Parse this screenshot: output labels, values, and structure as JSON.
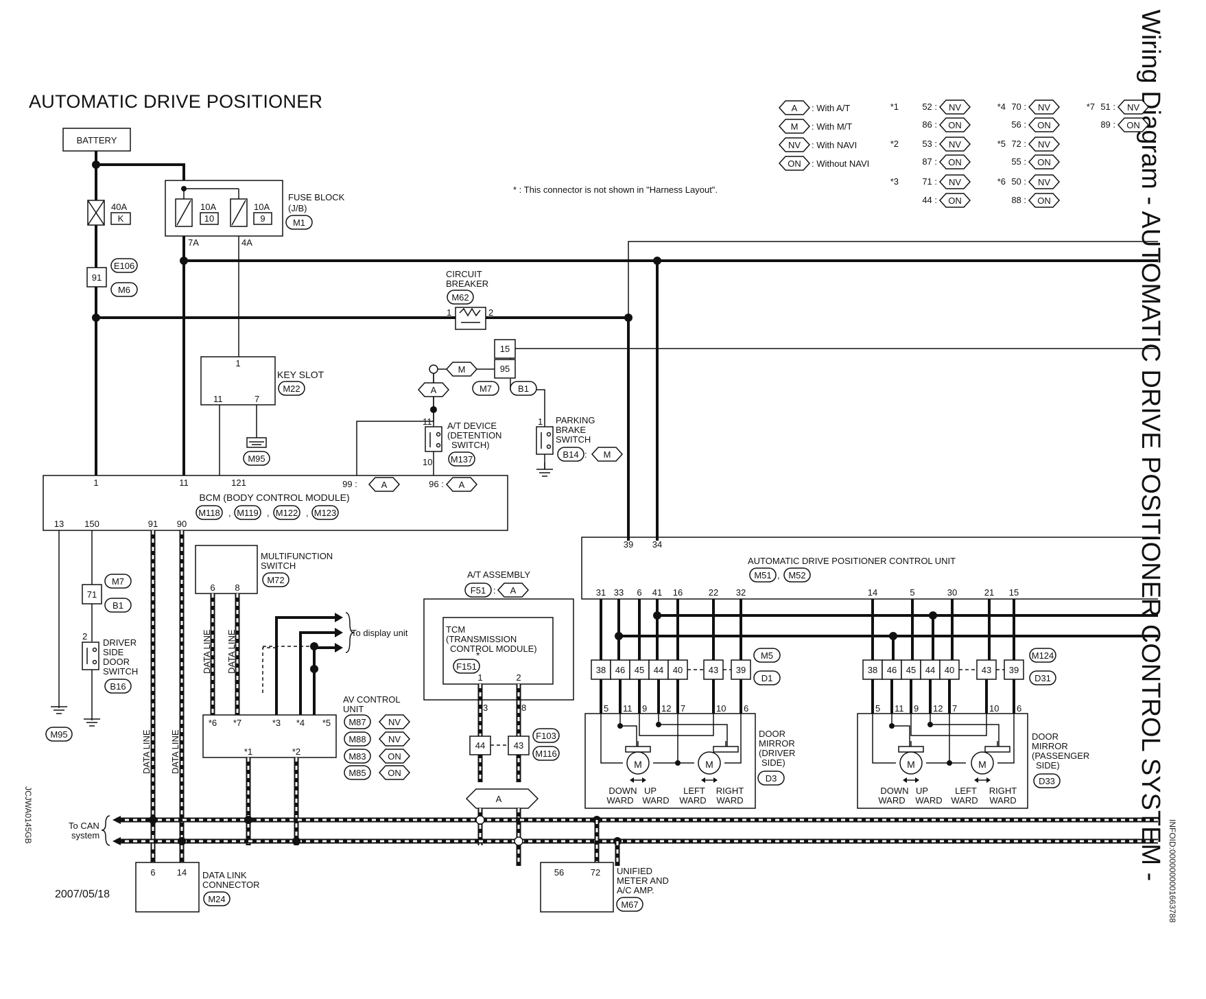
{
  "header": {
    "title": "AUTOMATIC DRIVE POSITIONER",
    "side_title": "Wiring Diagram - AUTOMATIC DRIVE POSITIONER CONTROL SYSTEM -",
    "info_id": "INFOID:0000000001663788",
    "code": "JCJWA0145GB",
    "date": "2007/05/18",
    "note": "* : This connector is not shown in \"Harness Layout\"."
  },
  "legend": [
    {
      "code": "A",
      "text": ": With A/T"
    },
    {
      "code": "M",
      "text": ": With M/T"
    },
    {
      "code": "NV",
      "text": ": With NAVI"
    },
    {
      "code": "ON",
      "text": ": Without NAVI"
    }
  ],
  "footnotes": [
    {
      "mark": "*1",
      "entries": [
        {
          "num": "52 :",
          "tag": "NV"
        },
        {
          "num": "86 :",
          "tag": "ON"
        }
      ]
    },
    {
      "mark": "*2",
      "entries": [
        {
          "num": "53 :",
          "tag": "NV"
        },
        {
          "num": "87 :",
          "tag": "ON"
        }
      ]
    },
    {
      "mark": "*3",
      "entries": [
        {
          "num": "71 :",
          "tag": "NV"
        },
        {
          "num": "44 :",
          "tag": "ON"
        }
      ]
    },
    {
      "mark": "*4",
      "entries": [
        {
          "num": "70 :",
          "tag": "NV"
        },
        {
          "num": "56 :",
          "tag": "ON"
        }
      ]
    },
    {
      "mark": "*5",
      "entries": [
        {
          "num": "72 :",
          "tag": "NV"
        },
        {
          "num": "55 :",
          "tag": "ON"
        }
      ]
    },
    {
      "mark": "*6",
      "entries": [
        {
          "num": "50 :",
          "tag": "NV"
        },
        {
          "num": "88 :",
          "tag": "ON"
        }
      ]
    },
    {
      "mark": "*7",
      "entries": [
        {
          "num": "51 :",
          "tag": "NV"
        },
        {
          "num": "89 :",
          "tag": "ON"
        }
      ]
    }
  ],
  "battery": {
    "label": "BATTERY"
  },
  "fusible_link": {
    "rating": "40A",
    "code": "K"
  },
  "connector_91": {
    "pin": "91",
    "tags": [
      "E106",
      "M6"
    ]
  },
  "fuse_block": {
    "label": "FUSE BLOCK",
    "sub": "(J/B)",
    "tag": "M1",
    "fuse1": {
      "rating": "10A",
      "num": "10"
    },
    "fuse2": {
      "rating": "10A",
      "num": "9"
    },
    "out1": "7A",
    "out2": "4A"
  },
  "circuit_breaker": {
    "line1": "CIRCUIT",
    "line2": "BREAKER",
    "tag": "M62",
    "pin1": "1",
    "pin2": "2"
  },
  "key_slot": {
    "label": "KEY SLOT",
    "tag": "M22",
    "pin_top": "1",
    "pin_a": "11",
    "pin_b": "7",
    "ground_tag": "M95"
  },
  "connector_15_95": {
    "pin_top": "15",
    "pin_bottom": "95",
    "tag_m": "M",
    "tag_a": "A",
    "tags": [
      "M7",
      "B1"
    ]
  },
  "at_device": {
    "line1": "A/T DEVICE",
    "line2": "(DETENTION",
    "line3": "SWITCH)",
    "tag": "M137",
    "pin_top": "11",
    "pin_bottom": "10"
  },
  "parking_brake": {
    "line1": "PARKING",
    "line2": "BRAKE",
    "line3": "SWITCH",
    "tag": "B14",
    "tag2": "M",
    "pin": "1"
  },
  "bcm": {
    "label": "BCM (BODY CONTROL MODULE)",
    "tags": [
      "M118",
      "M119",
      "M122",
      "M123"
    ],
    "top_pins": [
      "1",
      "11",
      "121",
      "99 :",
      "96 :"
    ],
    "top_tag": "A",
    "bottom_pins": [
      "13",
      "150",
      "91",
      "90"
    ],
    "sep": ","
  },
  "connector_71": {
    "pin": "71",
    "tags": [
      "M7",
      "B1"
    ]
  },
  "driver_door_switch": {
    "line1": "DRIVER",
    "line2": "SIDE",
    "line3": "DOOR",
    "line4": "SWITCH",
    "tag": "B16",
    "pin": "2",
    "ground_tag": "M95"
  },
  "multifunction_switch": {
    "line1": "MULTIFUNCTION",
    "line2": "SWITCH",
    "tag": "M72",
    "pin_a": "6",
    "pin_b": "8",
    "data_line": "DATA LINE"
  },
  "display_note": "To display unit",
  "av_control": {
    "line1": "AV CONTROL",
    "line2": "UNIT",
    "tags": [
      {
        "tag": "M87",
        "opt": "NV"
      },
      {
        "tag": "M88",
        "opt": "NV"
      },
      {
        "tag": "M83",
        "opt": "ON"
      },
      {
        "tag": "M85",
        "opt": "ON"
      }
    ],
    "top_pins": [
      "*6",
      "*7",
      "*3",
      "*4",
      "*5"
    ],
    "bottom_pins": [
      "*1",
      "*2"
    ]
  },
  "at_assembly": {
    "label": "A/T ASSEMBLY",
    "tag": "F51",
    "tag2": "A",
    "tcm_line1": "TCM",
    "tcm_line2": "(TRANSMISSION",
    "tcm_line3": "CONTROL MODULE)",
    "tcm_tag": "F151",
    "pin_a": "1",
    "pin_b": "2",
    "mark": "*"
  },
  "connector_44_43": {
    "pin_a": "44",
    "pin_b": "43",
    "wire_a": "3",
    "wire_b": "8",
    "tags": [
      "F103",
      "M116"
    ],
    "bus_tag": "A"
  },
  "can": {
    "label1": "To CAN",
    "label2": "system"
  },
  "data_link": {
    "line1": "DATA LINK",
    "line2": "CONNECTOR",
    "tag": "M24",
    "pin_a": "6",
    "pin_b": "14"
  },
  "unified_meter": {
    "line1": "UNIFIED",
    "line2": "METER AND",
    "line3": "A/C AMP.",
    "tag": "M67",
    "pin_a": "56",
    "pin_b": "72"
  },
  "adp_unit": {
    "label": "AUTOMATIC DRIVE POSITIONER CONTROL UNIT",
    "tags": [
      "M51",
      "M52"
    ],
    "sep": ",",
    "top_pins": [
      "39",
      "34"
    ],
    "left_pins": [
      "31",
      "33",
      "6",
      "41",
      "16",
      "22",
      "32"
    ],
    "right_pins": [
      "14",
      "5",
      "30",
      "21",
      "15"
    ]
  },
  "mirror_driver_connector": {
    "pins": [
      "38",
      "46",
      "45",
      "44",
      "40",
      "43",
      "39"
    ],
    "tags": [
      "M5",
      "D1"
    ],
    "wires": [
      "5",
      "11",
      "9",
      "12",
      "7",
      "10",
      "6"
    ]
  },
  "mirror_passenger_connector": {
    "pins": [
      "38",
      "46",
      "45",
      "44",
      "40",
      "43",
      "39"
    ],
    "tags": [
      "M124",
      "D31"
    ],
    "wires": [
      "5",
      "11",
      "9",
      "12",
      "7",
      "10",
      "6"
    ]
  },
  "door_mirror_driver": {
    "line1": "DOOR",
    "line2": "MIRROR",
    "line3": "(DRIVER",
    "line4": "SIDE)",
    "tag": "D3",
    "motor": "M",
    "labels": [
      "DOWN",
      "UP",
      "LEFT",
      "RIGHT"
    ],
    "ward": "WARD"
  },
  "door_mirror_passenger": {
    "line1": "DOOR",
    "line2": "MIRROR",
    "line3": "(PASSENGER",
    "line4": "SIDE)",
    "tag": "D33",
    "motor": "M",
    "labels": [
      "DOWN",
      "UP",
      "LEFT",
      "RIGHT"
    ],
    "ward": "WARD"
  }
}
